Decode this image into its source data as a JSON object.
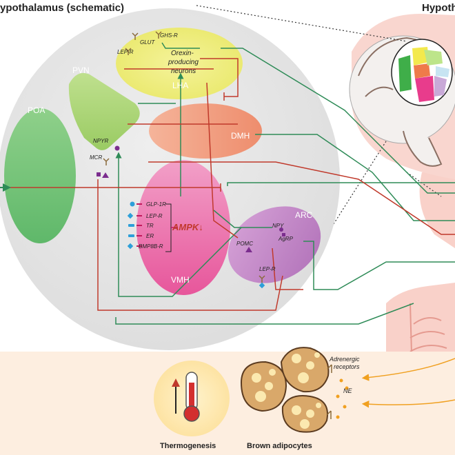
{
  "title": "ypothalamus (schematic)",
  "inset_title": "Hypoth",
  "regions": {
    "poa": "POA",
    "pvn": "PVN",
    "lha": "LHA",
    "dmh": "DMH",
    "vmh": "VMH",
    "arc": "ARC"
  },
  "lha_labels": {
    "glut": "GLUT",
    "ghsr": "GHS-R",
    "lepr": "LEP-R",
    "orexin_line1": "Orexin-",
    "orexin_line2": "producing",
    "orexin_line3": "neurons"
  },
  "pvn_labels": {
    "npyr": "NPYR",
    "mcr": "MCR"
  },
  "vmh_labels": {
    "glp1r": "GLP-1R",
    "lepr": "LEP-R",
    "tr": "TR",
    "er": "ER",
    "bmp8br": "BMP8B-R",
    "ampk": "AMPK↓"
  },
  "arc_labels": {
    "npy": "NPY",
    "agrp": "AgRP",
    "pomc": "POMC",
    "lepr": "LEP-R"
  },
  "bottom": {
    "adrenergic_line1": "Adrenergic",
    "adrenergic_line2": "receptors",
    "ne": "NE",
    "thermogenesis": "Thermogenesis",
    "brown_adipocytes": "Brown adipocytes"
  },
  "colors": {
    "green_line": "#2e8b57",
    "red_line": "#c0392b",
    "purple": "#7b2d8e",
    "blue": "#2d9fd9",
    "orange": "#f0a020",
    "magenta": "#c2185b"
  }
}
